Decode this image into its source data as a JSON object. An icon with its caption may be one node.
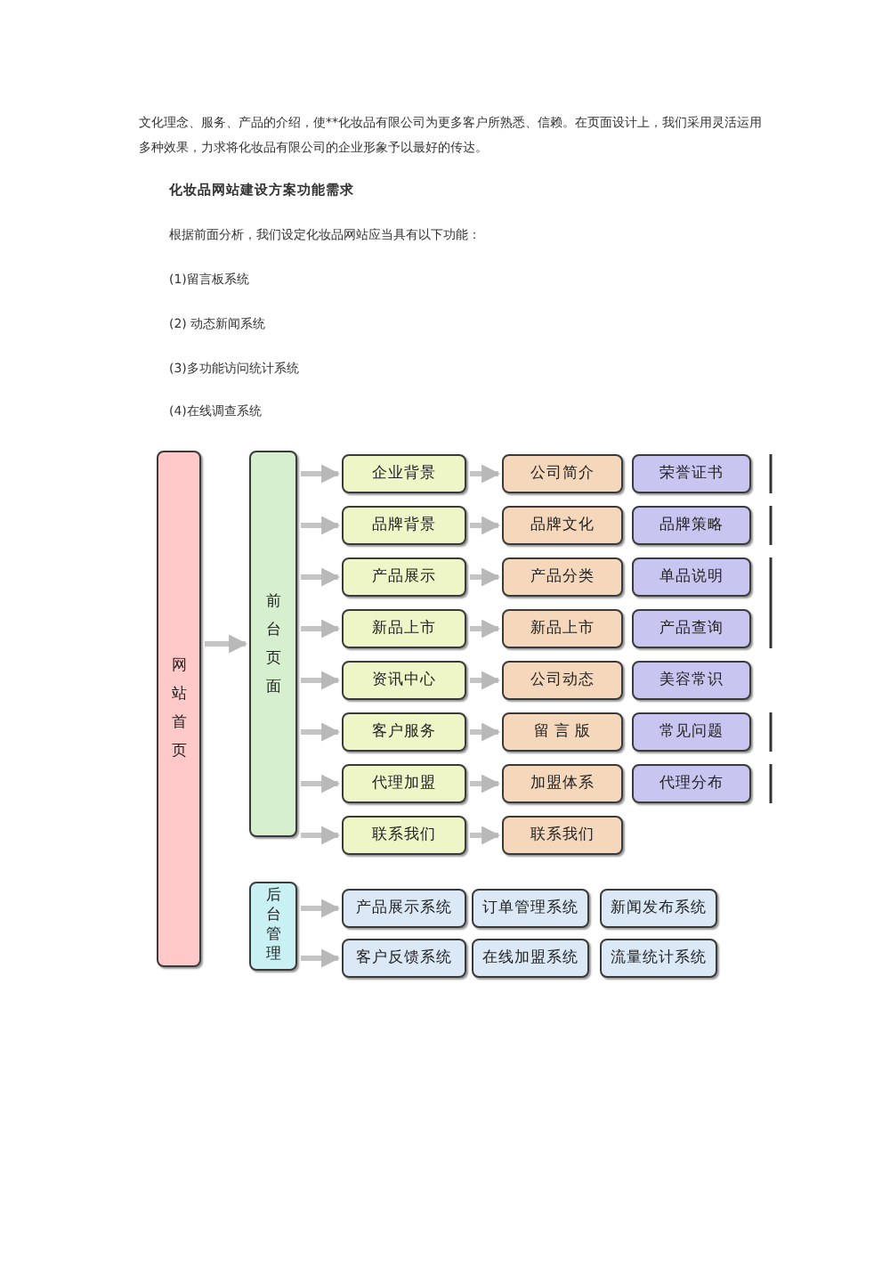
{
  "diagram": {
    "title": "化妆品网站建设方案功能需求",
    "nodes": [
      {
        "text": [
          "网站首页"
        ]
      },
      {
        "text": [
          "前台页面"
        ]
      },
      {
        "text": [
          "企业背景"
        ]
      },
      {
        "text": [
          "公司简介"
        ]
      },
      {
        "text": [
          "荣誉证书"
        ]
      },
      {
        "text": [
          "品牌背景"
        ]
      },
      {
        "text": [
          "品牌文化"
        ]
      },
      {
        "text": [
          "品牌策略"
        ]
      },
      {
        "text": [
          "产品展示"
        ]
      },
      {
        "text": [
          "产品分类"
        ]
      },
      {
        "text": [
          "单品说明"
        ]
      },
      {
        "text": [
          "新品上市"
        ]
      },
      {
        "text": [
          "新品上市"
        ]
      },
      {
        "text": [
          "产品查询"
        ]
      },
      {
        "text": [
          "资讯中心"
        ]
      },
      {
        "text": [
          "公司动态"
        ]
      },
      {
        "text": [
          "美容常识"
        ]
      },
      {
        "text": [
          "客户服务"
        ]
      },
      {
        "text": [
          "留 言 版"
        ]
      },
      {
        "text": [
          "常见问题"
        ]
      },
      {
        "text": [
          "代理加盟"
        ]
      },
      {
        "text": [
          "加盟体系"
        ]
      },
      {
        "text": [
          "代理分布"
        ]
      },
      {
        "text": [
          "联系我们"
        ]
      },
      {
        "text": [
          "联系我们"
        ]
      },
      {
        "text": [
          "后台管理"
        ]
      },
      {
        "text": [
          "产品展示系统"
        ]
      },
      {
        "text": [
          "订单管理系统"
        ]
      },
      {
        "text": [
          "新闻发布系统"
        ]
      },
      {
        "text": [
          "客户反馈系统"
        ]
      },
      {
        "text": [
          "在线加盟系统"
        ]
      },
      {
        "text": [
          "流量统计系统"
        ]
      }
    ],
    "edges": [
      {
        "from": 0,
        "to": 1,
        "arrow": "to"
      },
      {
        "from": 1,
        "to": 2,
        "arrow": "to"
      },
      {
        "from": 2,
        "to": 3,
        "arrow": "to"
      },
      {
        "from": 1,
        "to": 5,
        "arrow": "to"
      },
      {
        "from": 5,
        "to": 6,
        "arrow": "to"
      },
      {
        "from": 1,
        "to": 8,
        "arrow": "to"
      },
      {
        "from": 8,
        "to": 9,
        "arrow": "to"
      },
      {
        "from": 1,
        "to": 11,
        "arrow": "to"
      },
      {
        "from": 11,
        "to": 12,
        "arrow": "to"
      },
      {
        "from": 1,
        "to": 14,
        "arrow": "to"
      },
      {
        "from": 14,
        "to": 15,
        "arrow": "to"
      },
      {
        "from": 1,
        "to": 17,
        "arrow": "to"
      },
      {
        "from": 17,
        "to": 18,
        "arrow": "to"
      },
      {
        "from": 1,
        "to": 20,
        "arrow": "to"
      },
      {
        "from": 20,
        "to": 21,
        "arrow": "to"
      },
      {
        "from": 1,
        "to": 23,
        "arrow": "to"
      },
      {
        "from": 23,
        "to": 24,
        "arrow": "to"
      },
      {
        "from": 25,
        "to": 26,
        "arrow": "to"
      },
      {
        "from": 25,
        "to": 29,
        "arrow": "to"
      }
    ],
    "labels": [
      "文化理念、服务、产品的介绍，使**化妆品有限公司为更多客户所熟悉、信赖。在页面设计上，我们采用灵活运用多种效果，力求将化妆品有限公司的企业形象予以最好的传达。",
      "根据前面分析，我们设定化妆品网站应当具有以下功能：",
      "(1)留言板系统",
      "(2) 动态新闻系统",
      "(3)多功能访问统计系统",
      "(4)在线调查系统"
    ]
  }
}
